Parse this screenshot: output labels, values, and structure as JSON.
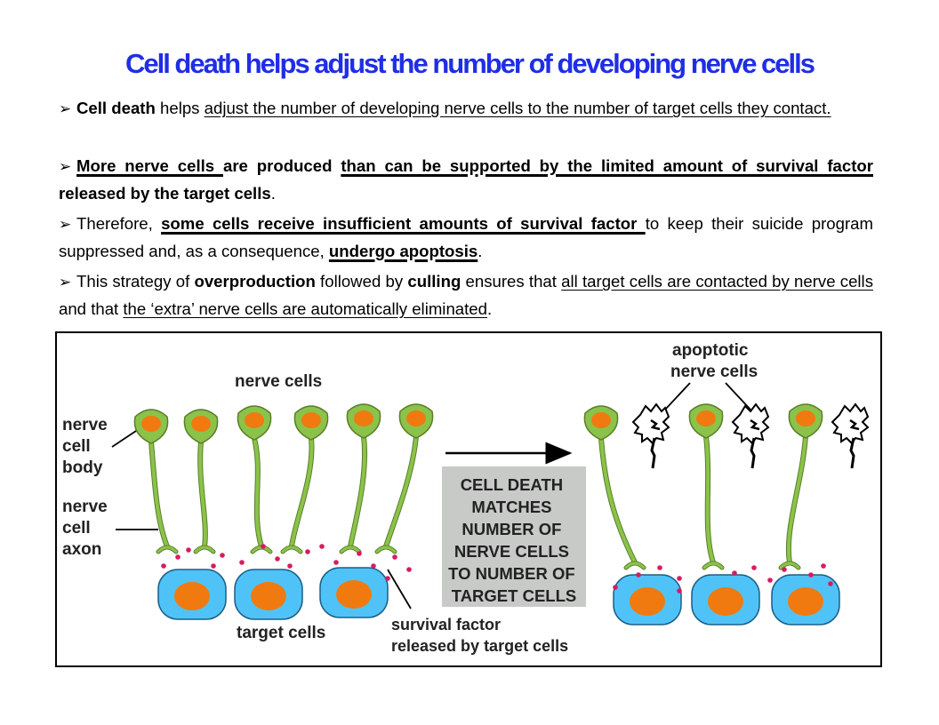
{
  "title": "Cell death helps adjust the number of developing nerve cells",
  "bullets": [
    {
      "parts": [
        {
          "text": "Cell death",
          "b": true
        },
        {
          "text": " helps "
        },
        {
          "text": "adjust the number of developing nerve cells to the number of target cells they contact.",
          "u": true
        }
      ]
    },
    {
      "parts": [
        {
          "text": "More nerve cells ",
          "b": true,
          "ub": true
        },
        {
          "text": "are produced ",
          "b": true
        },
        {
          "text": "than can be supported by the limited amount of survival factor ",
          "b": true,
          "ub": true
        },
        {
          "text": "released by the target cells",
          "b": true
        },
        {
          "text": "."
        }
      ]
    },
    {
      "parts": [
        {
          "text": "Therefore, "
        },
        {
          "text": "some cells receive insufficient amounts of survival factor ",
          "b": true,
          "ub": true
        },
        {
          "text": "to keep their suicide program suppressed and, as a consequence, "
        },
        {
          "text": "undergo apoptosis",
          "b": true,
          "ub": true
        },
        {
          "text": "."
        }
      ]
    },
    {
      "parts": [
        {
          "text": "This strategy of "
        },
        {
          "text": "overproduction",
          "b": true
        },
        {
          "text": " followed by "
        },
        {
          "text": "culling",
          "b": true
        },
        {
          "text": " ensures that "
        },
        {
          "text": "all target cells are contacted by nerve cells ",
          "u": true
        },
        {
          "text": "and that "
        },
        {
          "text": "the ‘extra’ nerve cells are automatically eliminated",
          "u": true
        },
        {
          "text": "."
        }
      ]
    }
  ],
  "figure": {
    "label_nerve_cells": "nerve cells",
    "label_cell_body": [
      "nerve",
      "cell",
      "body"
    ],
    "label_axon": [
      "nerve",
      "cell",
      "axon"
    ],
    "label_target_cells": "target cells",
    "label_survival": [
      "survival factor",
      "released by target cells"
    ],
    "label_apoptotic": [
      "apoptotic",
      "nerve cells"
    ],
    "box_text": [
      "CELL DEATH",
      "MATCHES",
      "NUMBER OF",
      "NERVE CELLS",
      "TO NUMBER OF",
      "TARGET CELLS"
    ]
  },
  "colors": {
    "title": "#1f2ee6",
    "nerve_cell": "#8bc34a",
    "nucleus": "#f07a10",
    "target_cell": "#4fc3f7",
    "survival_dot": "#d81b60",
    "box": "#c8cac8"
  }
}
